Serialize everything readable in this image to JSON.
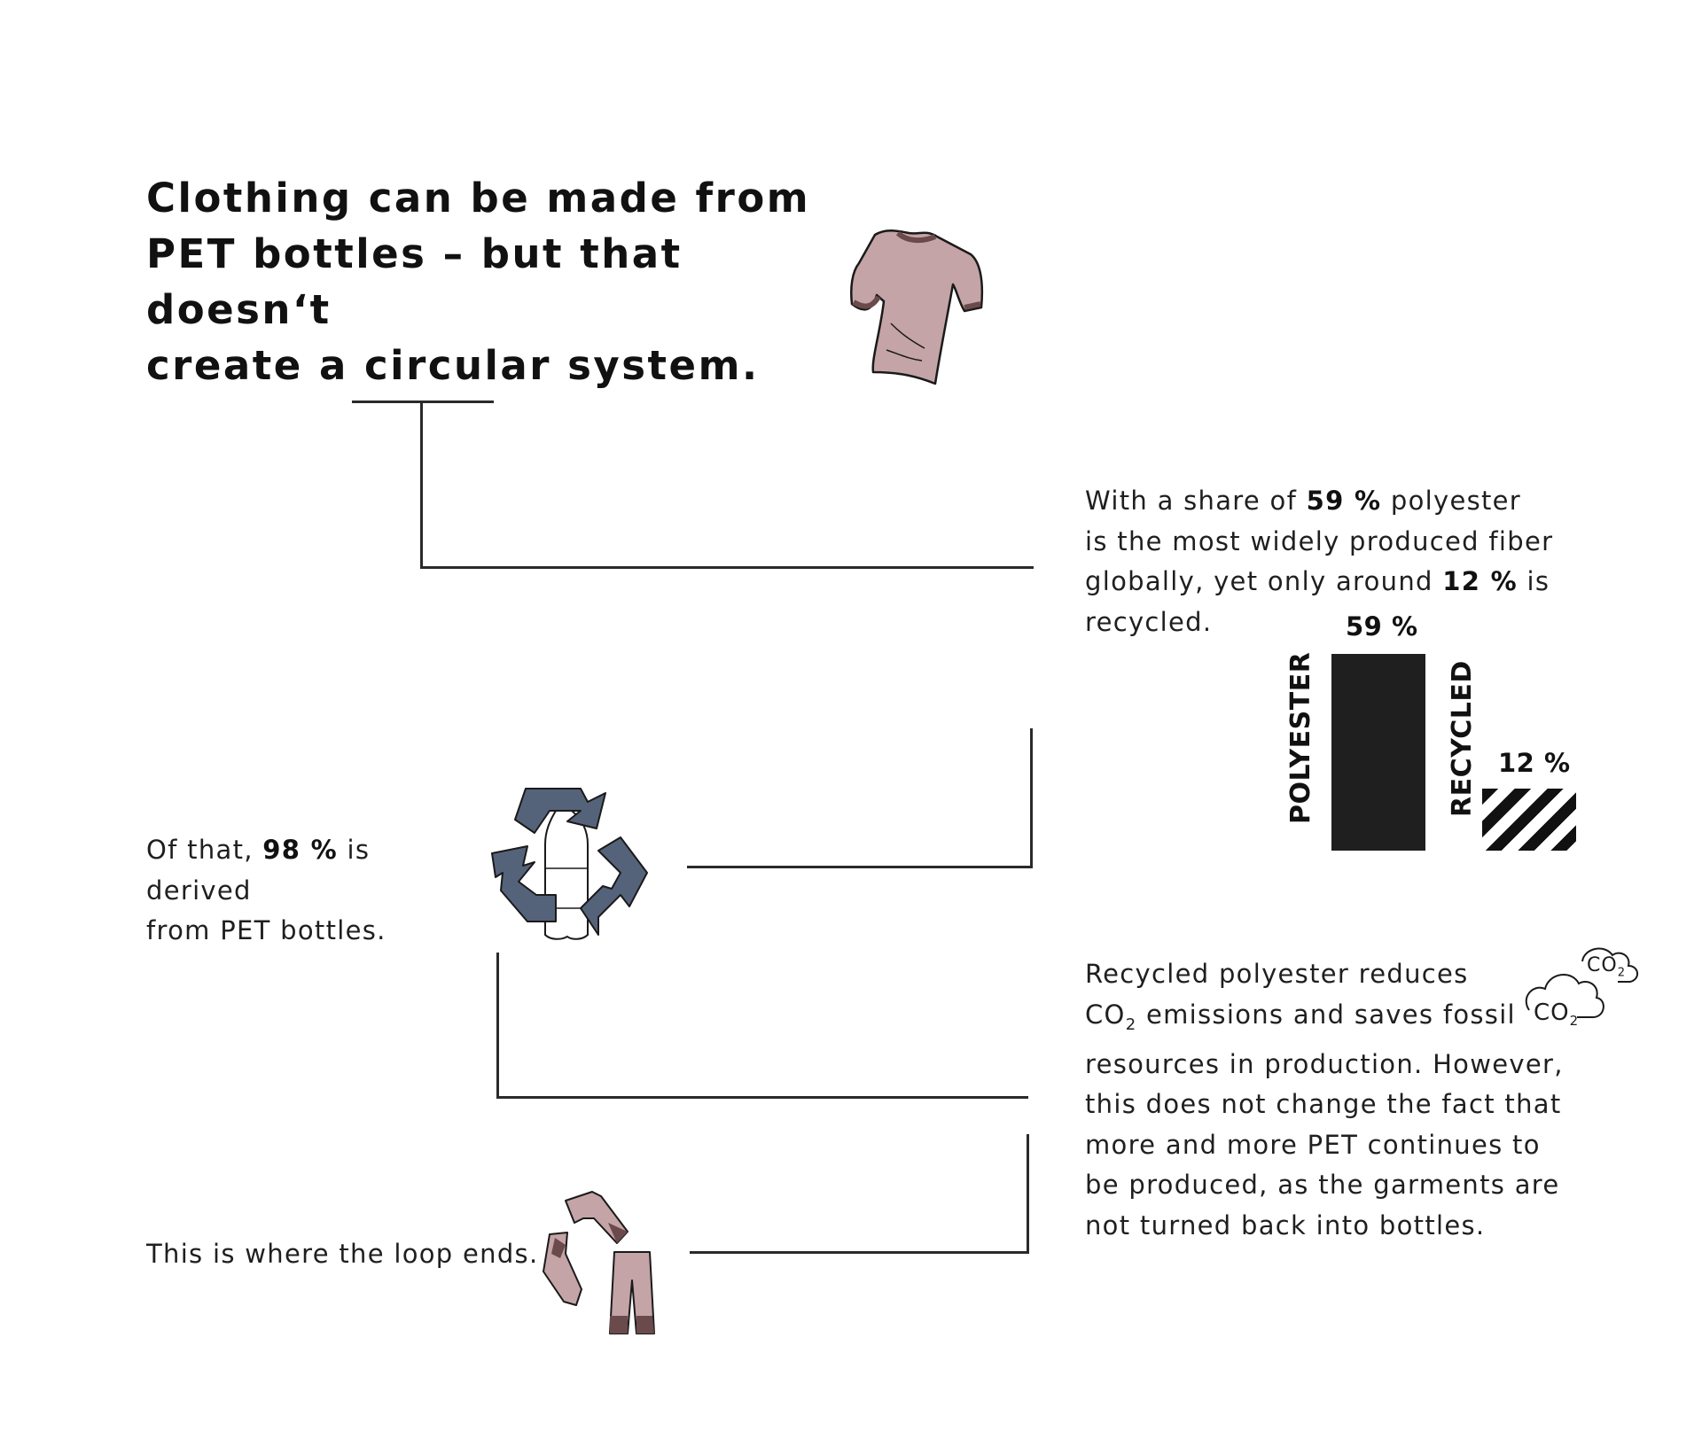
{
  "title": {
    "line1": "Clothing can be made from",
    "line2": "PET bottles – but that doesn‘t",
    "line3": "create a circular system."
  },
  "block1": {
    "l1_pre": "With a share of ",
    "l1_bold": "59 %",
    "l1_post": " polyester",
    "l2": "is the most widely produced fiber",
    "l3_pre": "globally, yet only around ",
    "l3_bold": "12 %",
    "l3_post": " is",
    "l4": "recycled."
  },
  "block2": {
    "l1_pre": "Of that, ",
    "l1_bold": "98 %",
    "l1_post": " is derived",
    "l2": "from PET bottles."
  },
  "block3": {
    "l1": "Recycled polyester reduces",
    "l2_co": "CO",
    "l2_sub": "2",
    "l2_rest": " emissions and saves fossil",
    "l3": "resources in production. However,",
    "l4": "this does not change the fact that",
    "l5": "more and more PET continues to",
    "l6": "be produced, as the garments are",
    "l7": "not turned back into bottles."
  },
  "block4": {
    "text": "This is where the loop ends."
  },
  "co2_labels": {
    "co": "CO",
    "sub": "2"
  },
  "chart_data": {
    "type": "bar",
    "categories": [
      "POLYESTER",
      "RECYCLED"
    ],
    "values": [
      59,
      12
    ],
    "value_labels": [
      "59 %",
      "12 %"
    ],
    "unit": "%",
    "styles": [
      "solid",
      "striped"
    ],
    "ylim": [
      0,
      59
    ]
  },
  "colors": {
    "text": "#1c1c1c",
    "lines": "#2a2a2a",
    "shirt": "#c4a4a6",
    "shirt_dark": "#6b4a4c",
    "recycle": "#55637a",
    "bar": "#1f1f1f"
  }
}
